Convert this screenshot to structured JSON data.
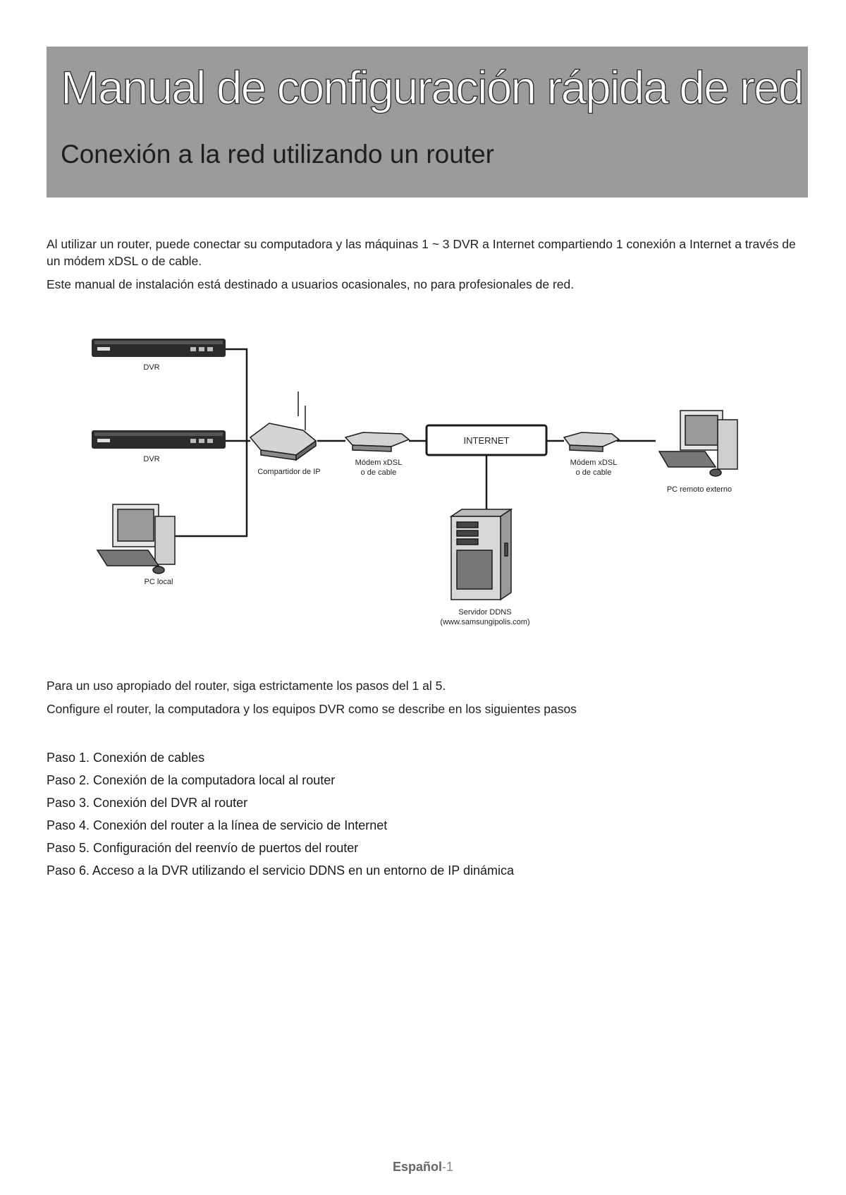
{
  "header": {
    "title": "Manual de configuración rápida de red",
    "subtitle": "Conexión a la red utilizando un router"
  },
  "intro": {
    "p1": "Al utilizar un router, puede conectar su computadora y las máquinas 1 ~ 3 DVR a Internet compartiendo 1 conexión a Internet a través de un módem xDSL o de cable.",
    "p2": "Este manual de instalación está destinado a usuarios ocasionales, no para profesionales de red."
  },
  "diagram": {
    "dvr1_label": "DVR",
    "dvr2_label": "DVR",
    "local_pc_label": "PC local",
    "router_label": "Compartidor de IP",
    "modem1_label_line1": "Módem xDSL",
    "modem1_label_line2": "o de cable",
    "internet_label": "INTERNET",
    "modem2_label_line1": "Módem xDSL",
    "modem2_label_line2": "o de cable",
    "remote_pc_label": "PC remoto externo",
    "ddns_label_line1": "Servidor DDNS",
    "ddns_label_line2": "(www.samsungipolis.com)"
  },
  "usage": {
    "p1": "Para un uso apropiado del router, siga estrictamente los pasos del 1 al 5.",
    "p2": "Configure el router, la computadora y los equipos DVR como se describe en los siguientes pasos"
  },
  "steps": [
    "Paso 1. Conexión de cables",
    "Paso 2. Conexión de la computadora local al router",
    "Paso 3. Conexión del DVR al router",
    "Paso 4. Conexión del router a la línea de servicio de Internet",
    "Paso 5. Configuración del reenvío de puertos del router",
    "Paso 6. Acceso a la DVR utilizando el servicio DDNS en un entorno de IP dinámica"
  ],
  "footer": {
    "language": "Español",
    "page": "-1"
  }
}
